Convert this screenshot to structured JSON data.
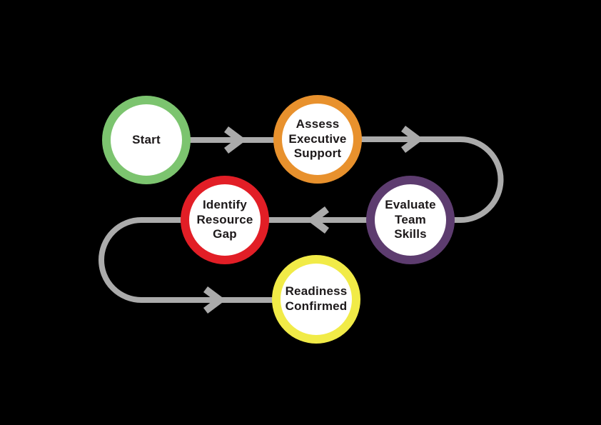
{
  "diagram": {
    "type": "flowchart",
    "background_color": "#000000",
    "node_fill": "#FFFFFF",
    "connector_color": "#ABABAB",
    "text_color": "#1D191A",
    "nodes": [
      {
        "id": "start",
        "label": "Start",
        "ring_color": "#7CC46F"
      },
      {
        "id": "assess-executive-support",
        "label": "Assess\nExecutive\nSupport",
        "ring_color": "#E8912D"
      },
      {
        "id": "evaluate-team-skills",
        "label": "Evaluate\nTeam\nSkills",
        "ring_color": "#5D3C6F"
      },
      {
        "id": "identify-resource-gap",
        "label": "Identify\nResource\nGap",
        "ring_color": "#E21E26"
      },
      {
        "id": "readiness-confirmed",
        "label": "Readiness\nConfirmed",
        "ring_color": "#F1EB47"
      }
    ],
    "edges": [
      {
        "from": "start",
        "to": "assess-executive-support"
      },
      {
        "from": "assess-executive-support",
        "to": "evaluate-team-skills"
      },
      {
        "from": "evaluate-team-skills",
        "to": "identify-resource-gap"
      },
      {
        "from": "identify-resource-gap",
        "to": "readiness-confirmed"
      }
    ]
  }
}
